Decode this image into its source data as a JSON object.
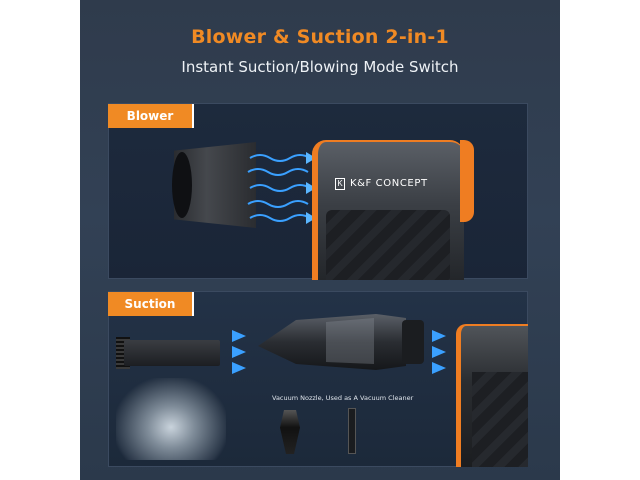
{
  "headline": "Blower & Suction 2-in-1",
  "subheadline": "Instant Suction/Blowing Mode Switch",
  "sections": {
    "blower": {
      "label": "Blower"
    },
    "suction": {
      "label": "Suction"
    }
  },
  "brand": "K&F CONCEPT",
  "brand_logo": "K",
  "caption": "Vacuum Nozzle, Used as A Vacuum Cleaner",
  "colors": {
    "accent": "#f08a24",
    "background": "#2f3b4c",
    "wind": "#3aa0ff"
  }
}
